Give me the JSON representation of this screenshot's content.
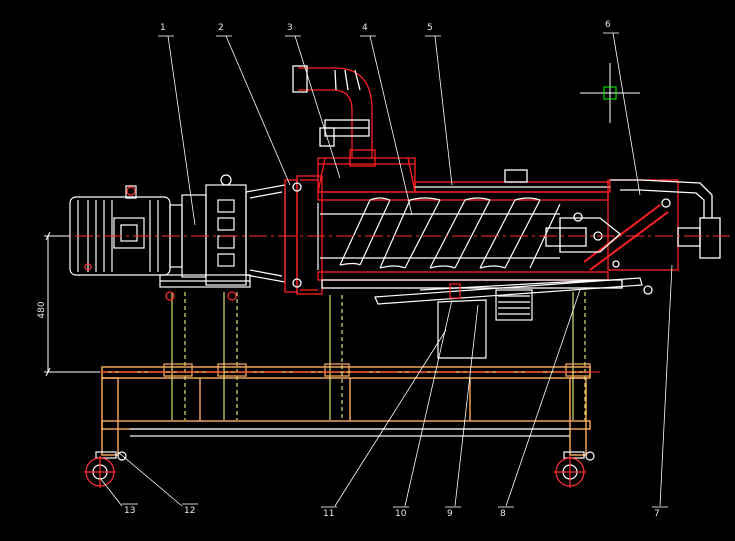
{
  "drawing": {
    "callouts": [
      "1",
      "2",
      "3",
      "4",
      "5",
      "6",
      "7",
      "8",
      "9",
      "10",
      "11",
      "12",
      "13"
    ],
    "dimension_text": "480"
  },
  "colors": {
    "background": "#000000",
    "outline": "#ffffff",
    "section": "#ff2020",
    "centerline": "#ff3030",
    "frame": "#ffb060",
    "support": "#e0e070",
    "cursor": "#00ff00"
  }
}
